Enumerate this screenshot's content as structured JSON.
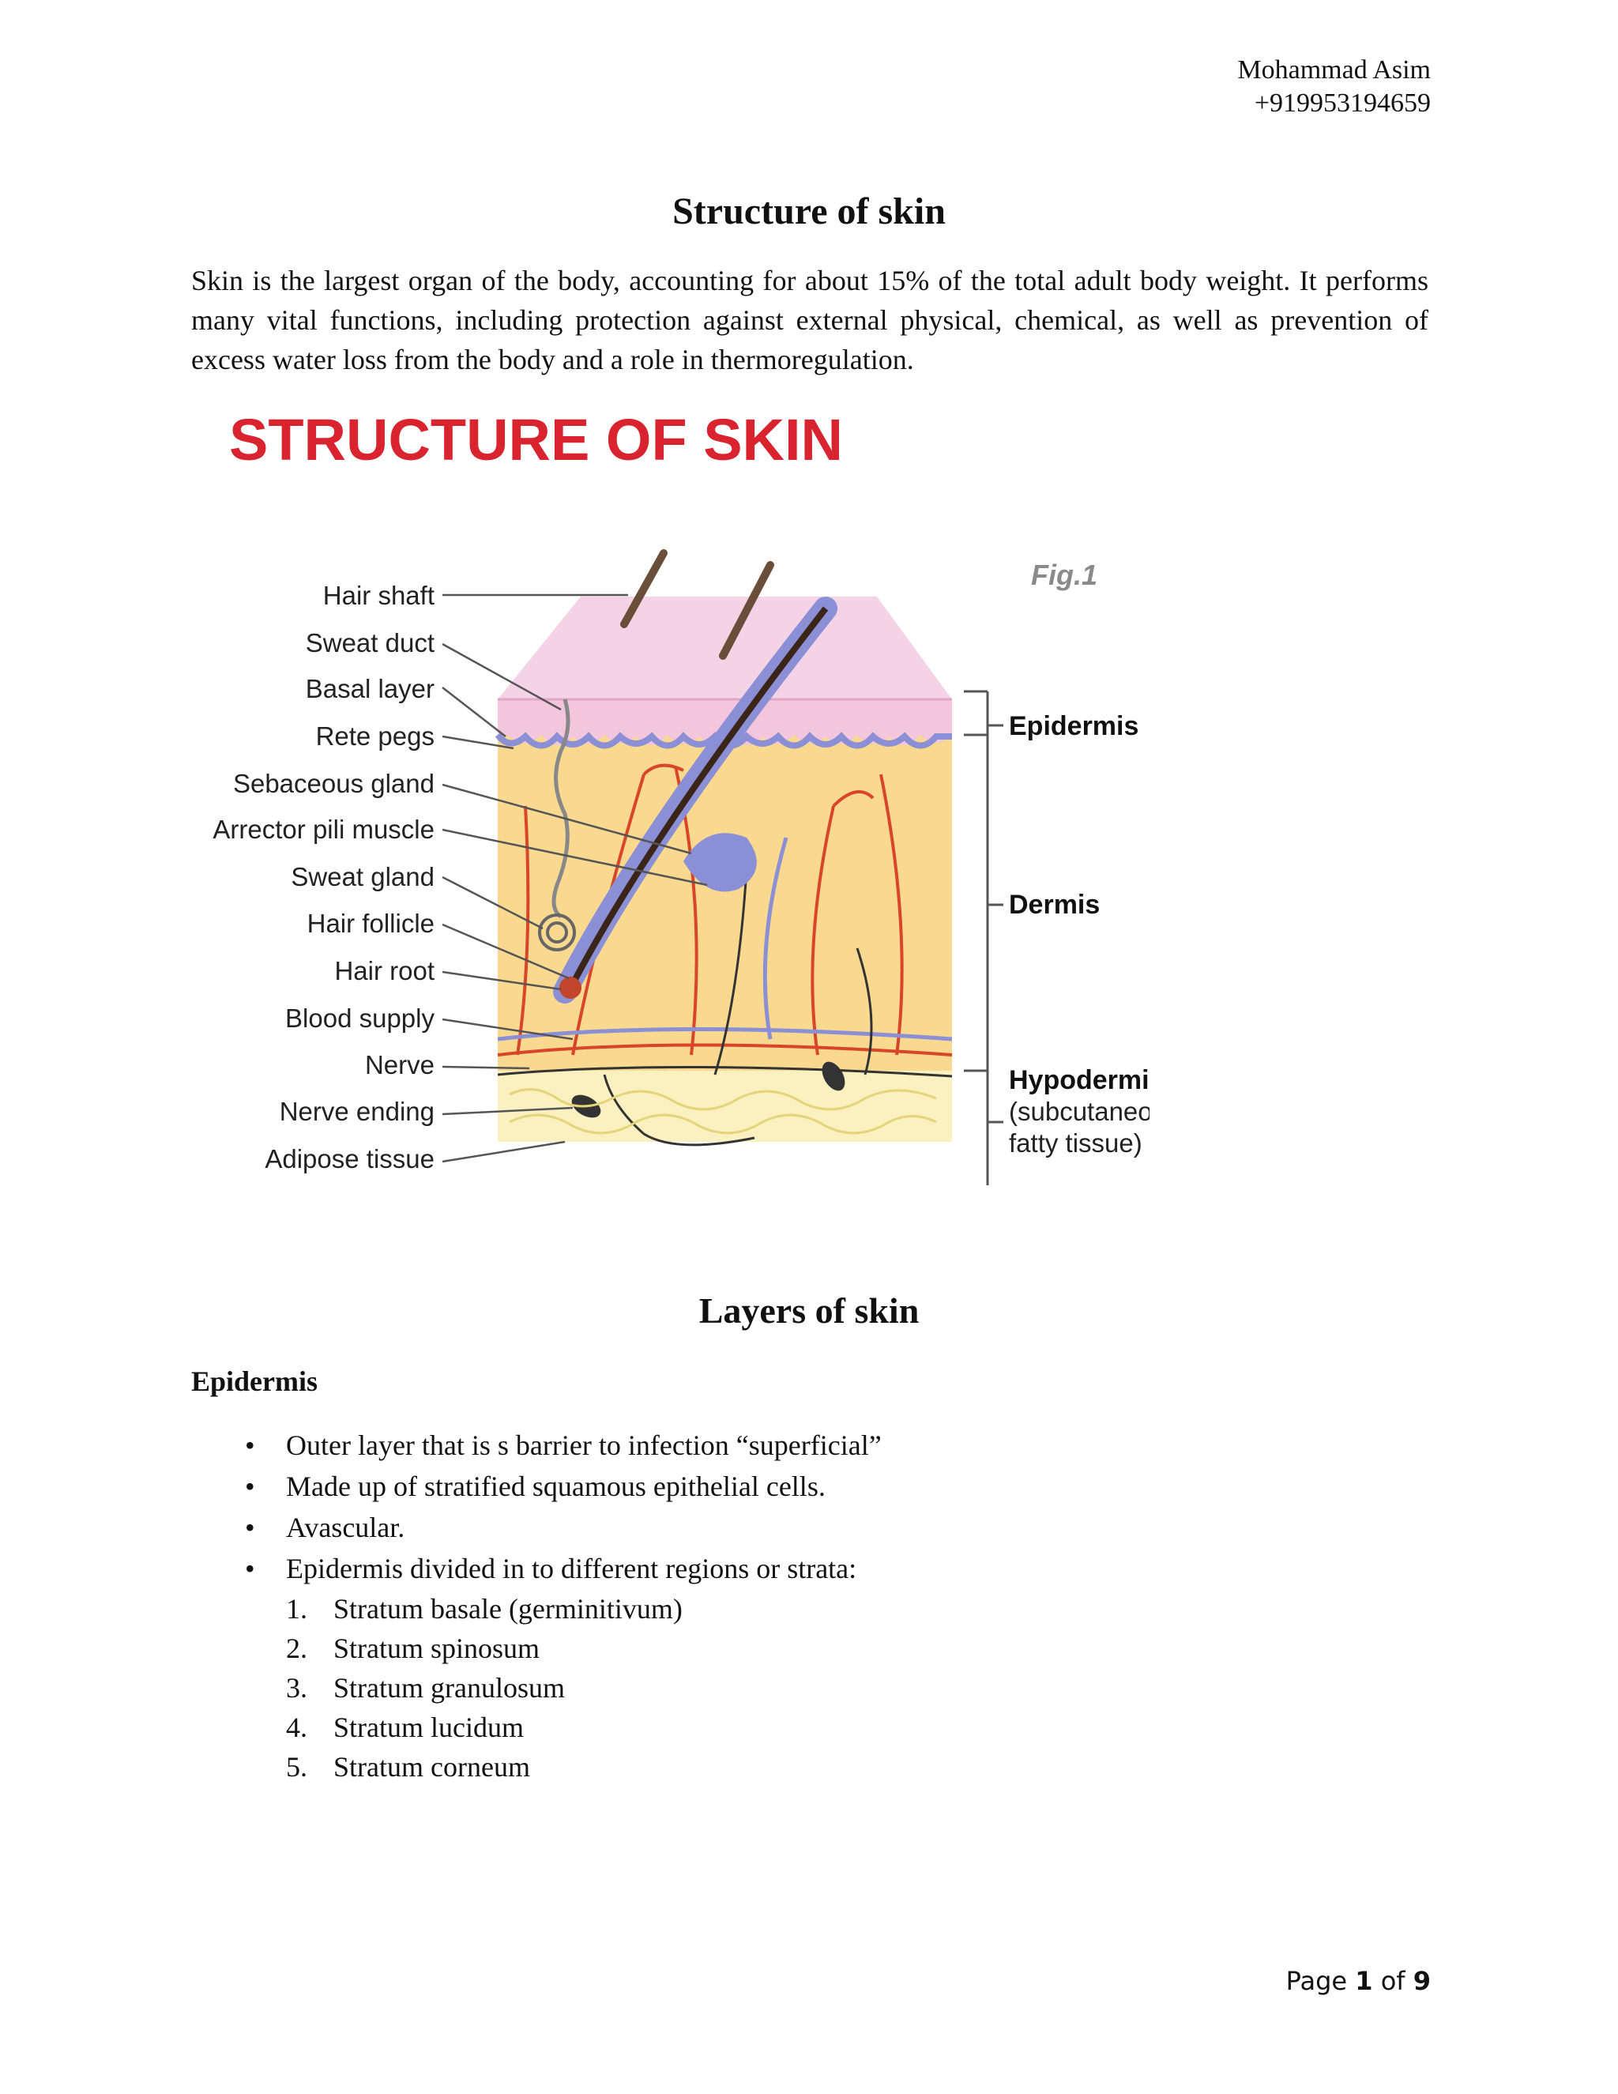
{
  "header": {
    "author": "Mohammad Asim",
    "phone": "+919953194659"
  },
  "title": "Structure of skin",
  "intro": "Skin is the largest organ of the body, accounting for about 15% of the total adult body weight. It performs many vital functions, including protection against external physical, chemical, as well as prevention of excess water loss from the body and a role in thermoregulation.",
  "figure": {
    "heading": "STRUCTURE OF SKIN",
    "fig_label": "Fig.1",
    "left_labels": [
      "Hair shaft",
      "Sweat duct",
      "Basal layer",
      "Rete pegs",
      "Sebaceous gland",
      "Arrector pili muscle",
      "Sweat gland",
      "Hair follicle",
      "Hair root",
      "Blood supply",
      "Nerve",
      "Nerve ending",
      "Adipose tissue"
    ],
    "right_labels": {
      "epidermis": "Epidermis",
      "dermis": "Dermis",
      "hypodermis": "Hypodermis",
      "hypodermis_sub1": "(subcutaneous",
      "hypodermis_sub2": "fatty tissue)"
    },
    "colors": {
      "heading": "#d9232e",
      "epidermis": "#f3c6dd",
      "dermis": "#f8d98f",
      "basal": "#8a8fd6",
      "vessel": "#d9452a",
      "fig_label": "#8a8a8a"
    }
  },
  "section_title": "Layers of skin",
  "epidermis": {
    "heading": "Epidermis",
    "bullets": [
      "Outer layer that is s barrier to infection “superficial”",
      "Made up of stratified squamous epithelial cells.",
      "Avascular.",
      "Epidermis divided in to different regions or strata:"
    ],
    "strata": [
      {
        "num": "1.",
        "text": "Stratum basale (germinitivum)"
      },
      {
        "num": "2.",
        "text": "Stratum spinosum"
      },
      {
        "num": "3.",
        "text": "Stratum granulosum"
      },
      {
        "num": "4.",
        "text": "Stratum lucidum"
      },
      {
        "num": "5.",
        "text": "Stratum corneum"
      }
    ]
  },
  "footer": {
    "page_word": "Page",
    "current": "1",
    "of_word": "of",
    "total": "9"
  }
}
